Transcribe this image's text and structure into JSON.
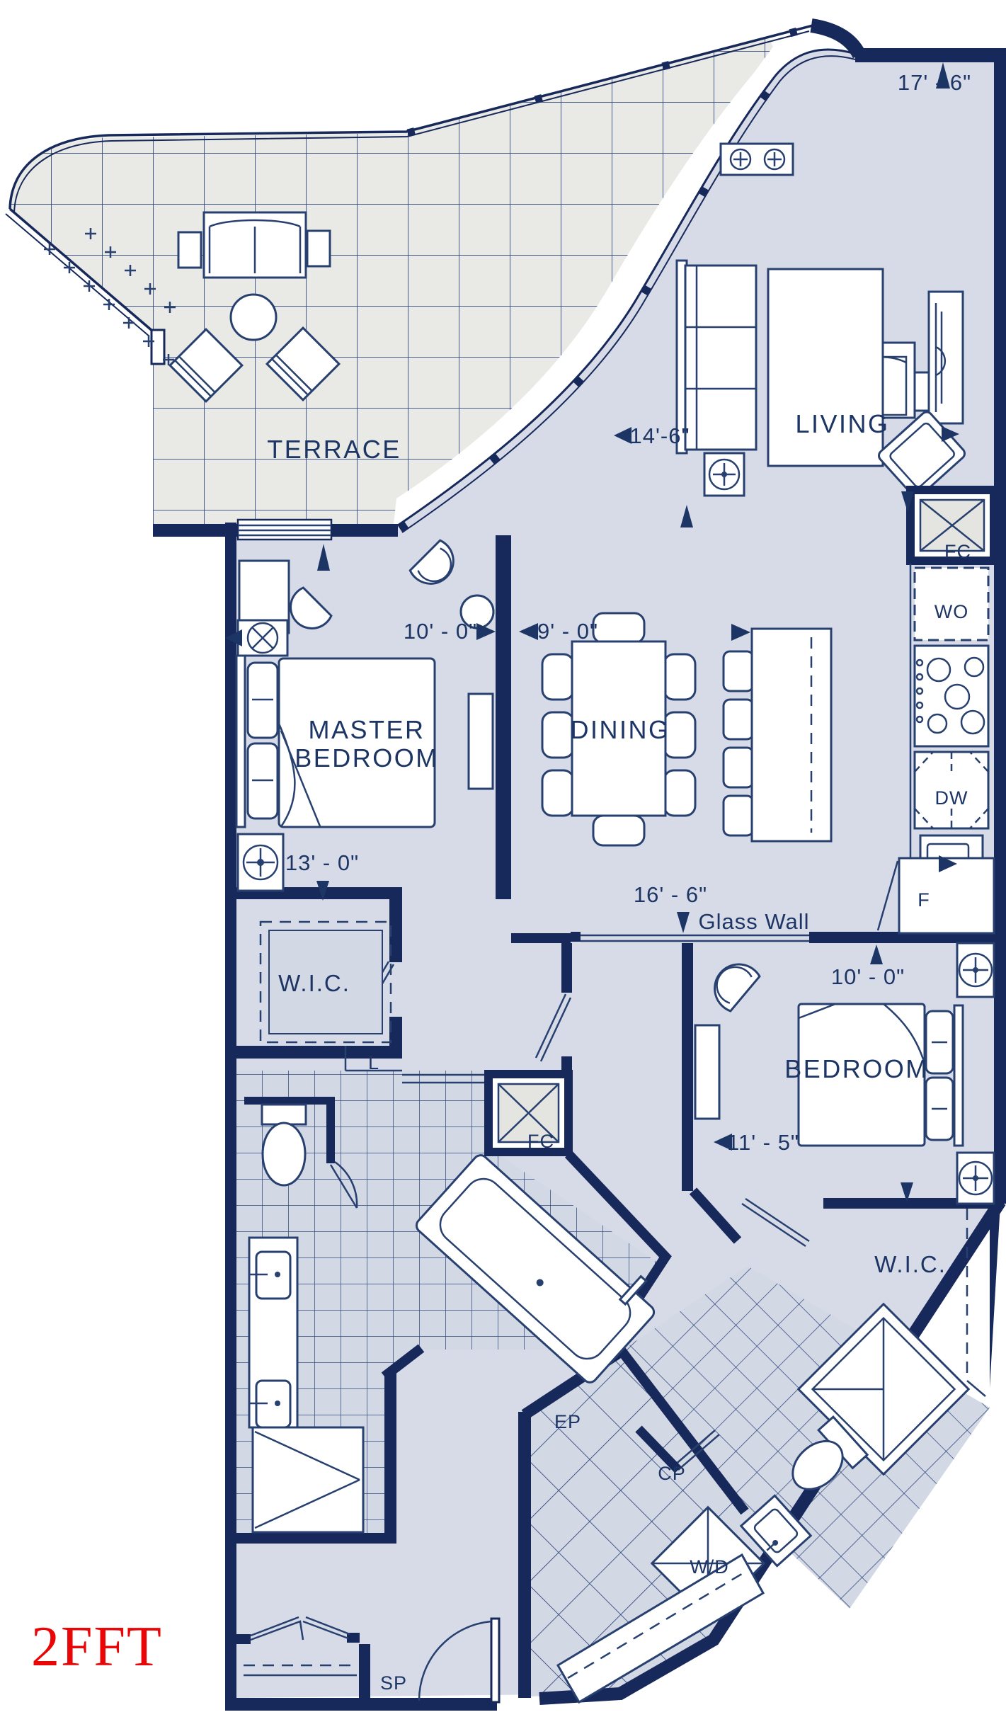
{
  "unit": {
    "code": "2FFT"
  },
  "colors": {
    "wall_navy": "#17295a",
    "line_navy": "#27406f",
    "text_navy": "#1d3565",
    "floor_blue": "#d7dbe7",
    "terrace_gray": "#e9e9e5",
    "bath_blue": "#d3d8e5",
    "unit_code_red": "#ea0606",
    "background": "#ffffff"
  },
  "rooms": {
    "terrace": "TERRACE",
    "living": "LIVING",
    "master_line1": "MASTER",
    "master_line2": "BEDROOM",
    "dining": "DINING",
    "wic1": "W.I.C.",
    "bedroom2": "BEDROOM",
    "wic2": "W.I.C."
  },
  "fixtures": {
    "fan_coil_living": "FC",
    "fan_coil_bath": "FC",
    "wall_oven": "WO",
    "dishwasher": "DW",
    "fridge": "F",
    "linen": "L",
    "entry_closet": "EP",
    "coat_closet": "CP",
    "washer_dryer": "W/D",
    "storage": "SP"
  },
  "annotations": {
    "glass_wall": "Glass Wall"
  },
  "dimensions": {
    "top_width": "17' - 6\"",
    "living_width": "14'-6\"",
    "master_width": "10' - 0\"",
    "dining_width": "9' - 0\"",
    "master_length": "13' - 0\"",
    "bedroom_glass_length": "16' - 6\"",
    "bedroom_width": "10' - 0\"",
    "bedroom_length": "11' - 5\""
  }
}
